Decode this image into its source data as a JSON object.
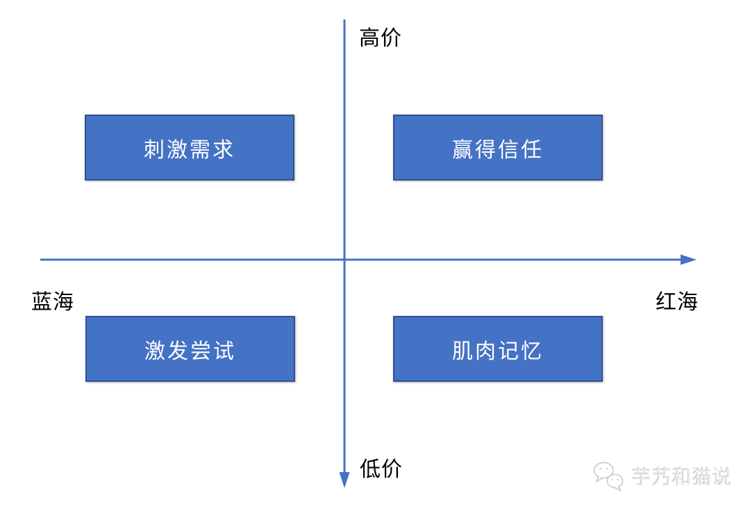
{
  "axes": {
    "vertical_top_label": "高价",
    "vertical_bottom_label": "低价",
    "horizontal_left_label": "蓝海",
    "horizontal_right_label": "红海"
  },
  "quadrants": [
    {
      "position": "top-left",
      "label": "刺激需求"
    },
    {
      "position": "top-right",
      "label": "赢得信任"
    },
    {
      "position": "bottom-left",
      "label": "激发尝试"
    },
    {
      "position": "bottom-right",
      "label": "肌肉记忆"
    }
  ],
  "watermark": {
    "icon": "wechat-icon",
    "text": "芋艿和猫说"
  },
  "colors": {
    "box_fill": "#4472C4",
    "box_border": "#2F528F",
    "box_text": "#FFFFFF",
    "axis": "#4472C4",
    "axis_label_text": "#000000",
    "watermark_text": "#EFEFEF",
    "watermark_icon_stroke": "#CCCCCC"
  }
}
